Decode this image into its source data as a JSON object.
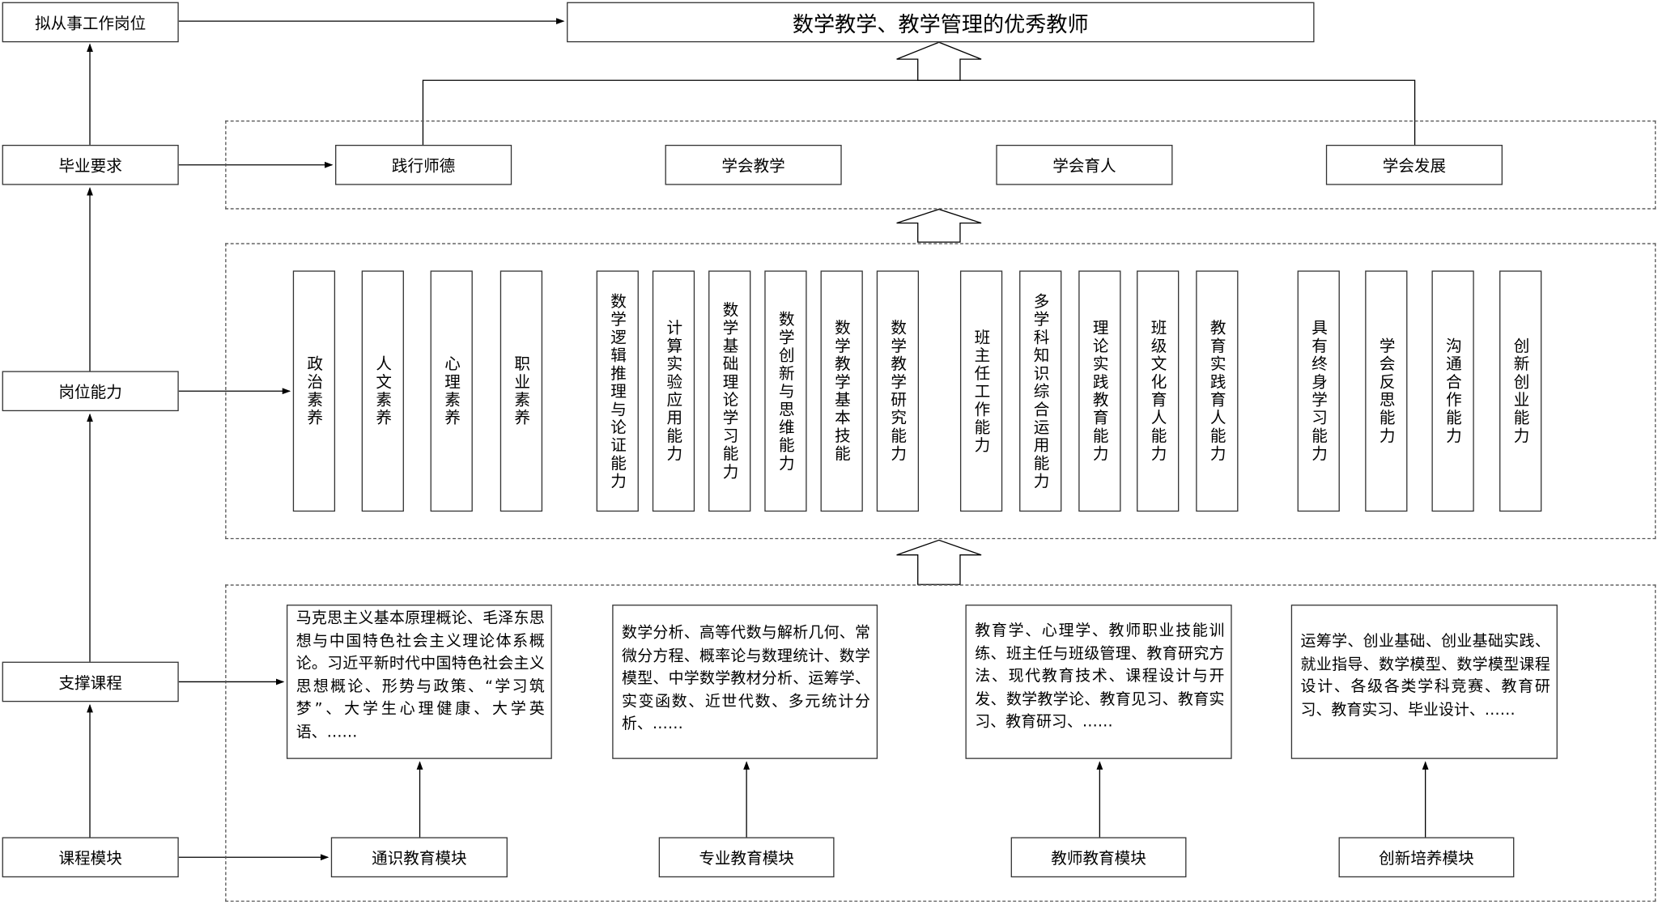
{
  "left_column": {
    "job": "拟从事工作岗位",
    "grad": "毕业要求",
    "ability": "岗位能力",
    "courses": "支撑课程",
    "modules": "课程模块"
  },
  "goal": "数学教学、教学管理的优秀教师",
  "requirements": [
    "践行师德",
    "学会教学",
    "学会育人",
    "学会发展"
  ],
  "abilities": [
    "政治素养",
    "人文素养",
    "心理素养",
    "职业素养",
    "数学逻辑推理与论证能力",
    "计算实验应用能力",
    "数学基础理论学习能力",
    "数学创新与思维能力",
    "数学教学基本技能",
    "数学教学研究能力",
    "班主任工作能力",
    "多学科知识综合运用能力",
    "理论实践教育能力",
    "班级文化育人能力",
    "教育实践育人能力",
    "具有终身学习能力",
    "学会反思能力",
    "沟通合作能力",
    "创新创业能力"
  ],
  "course_lists": [
    "马克思主义基本原理概论、毛泽东思想与中国特色社会主义理论体系概论。习近平新时代中国特色社会主义思想概论、形势与政策、“学习筑梦”、大学生心理健康、大学英语、……",
    "数学分析、高等代数与解析几何、常微分方程、概率论与数理统计、数学模型、中学数学教材分析、运筹学、实变函数、近世代数、多元统计分析、……",
    "教育学、心理学、教师职业技能训练、班主任与班级管理、教育研究方法、现代教育技术、课程设计与开发、数学教学论、教育见习、教育实习、教育研习、……",
    "运筹学、创业基础、创业基础实践、就业指导、数学模型、数学模型课程设计、各级各类学科竞赛、教育研习、教育实习、毕业设计、……"
  ],
  "module_names": [
    "通识教育模块",
    "专业教育模块",
    "教师教育模块",
    "创新培养模块"
  ]
}
